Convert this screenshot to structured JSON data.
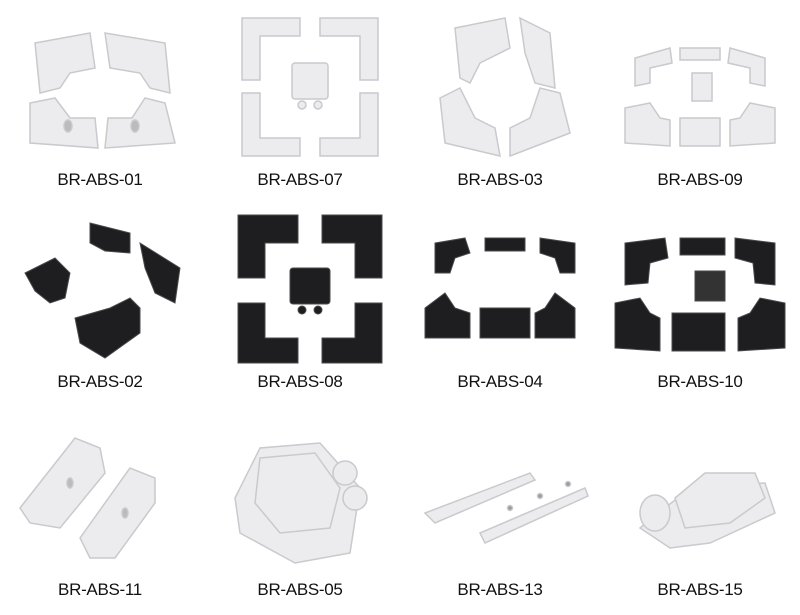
{
  "products": [
    {
      "code": "BR-ABS-01",
      "color": "white",
      "shape": "four-corner-set"
    },
    {
      "code": "BR-ABS-07",
      "color": "white",
      "shape": "four-corner-set-with-junction-box"
    },
    {
      "code": "BR-ABS-03",
      "color": "white",
      "shape": "four-corner-set-angled"
    },
    {
      "code": "BR-ABS-09",
      "color": "white",
      "shape": "six-piece-set-with-gland"
    },
    {
      "code": "BR-ABS-02",
      "color": "black",
      "shape": "four-corner-set"
    },
    {
      "code": "BR-ABS-08",
      "color": "black",
      "shape": "four-corner-set-with-junction-box"
    },
    {
      "code": "BR-ABS-04",
      "color": "black",
      "shape": "six-piece-set"
    },
    {
      "code": "BR-ABS-10",
      "color": "black",
      "shape": "six-piece-set-with-gland"
    },
    {
      "code": "BR-ABS-11",
      "color": "white",
      "shape": "side-rail-pair"
    },
    {
      "code": "BR-ABS-05",
      "color": "white",
      "shape": "double-cable-entry-gland"
    },
    {
      "code": "BR-ABS-13",
      "color": "white",
      "shape": "long-rail-pair"
    },
    {
      "code": "BR-ABS-15",
      "color": "white",
      "shape": "single-cable-entry-gland"
    }
  ],
  "colors": {
    "white_part": "#ececef",
    "white_shadow": "#c9c9ce",
    "black_part": "#1e1e20",
    "black_highlight": "#4a4a4e",
    "background": "#ffffff",
    "label": "#111111"
  }
}
